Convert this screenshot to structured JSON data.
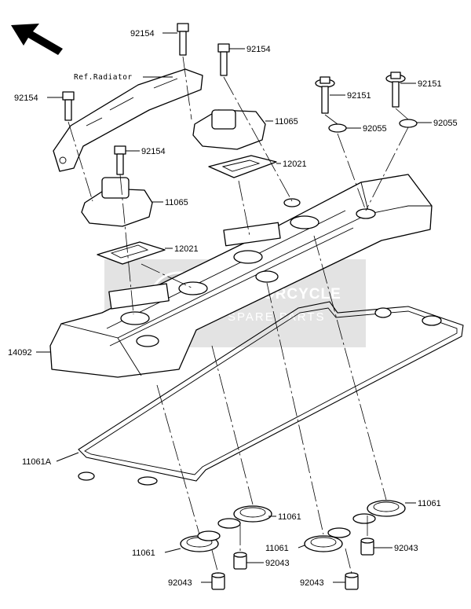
{
  "ref_label": "Ref.Radiator",
  "watermark": {
    "line1": "MOTORCYCLE",
    "line2": "SPARE PARTS"
  },
  "callouts": {
    "bolt_top_left": "92154",
    "bolt_top_mid": "92154",
    "bolt_left": "92154",
    "bolt_inner": "92154",
    "bolt_right_a": "92151",
    "bolt_right_b": "92151",
    "washer_a": "92055",
    "washer_b": "92055",
    "cap_upper": "11065",
    "cap_lower": "11065",
    "plate_upper": "12021",
    "plate_lower": "12021",
    "cover": "14092",
    "gasket_main": "11061A",
    "seal_r_upper": "11061",
    "seal_mid": "11061",
    "seal_left": "11061",
    "seal_r_lower": "11061",
    "grommet_mid": "92043",
    "grommet_right": "92043",
    "grommet_left": "92043",
    "grommet_right_lower": "92043"
  }
}
